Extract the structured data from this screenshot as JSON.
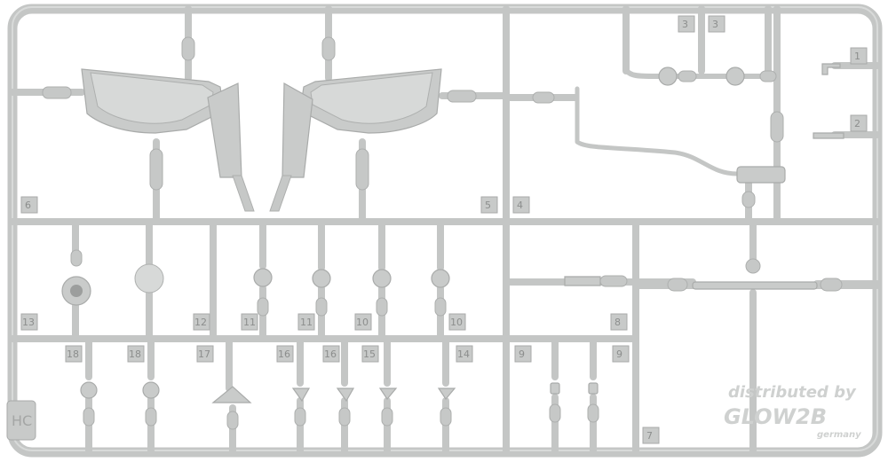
{
  "sprue": {
    "code": "HC",
    "part_numbers": [
      "1",
      "2",
      "3",
      "3",
      "4",
      "5",
      "6",
      "7",
      "8",
      "9",
      "9",
      "10",
      "10",
      "11",
      "11",
      "12",
      "13",
      "14",
      "15",
      "16",
      "16",
      "17",
      "18",
      "18"
    ]
  },
  "watermark": {
    "line1": "distributed by",
    "line2": "GLOW2B",
    "line3": "germany"
  }
}
